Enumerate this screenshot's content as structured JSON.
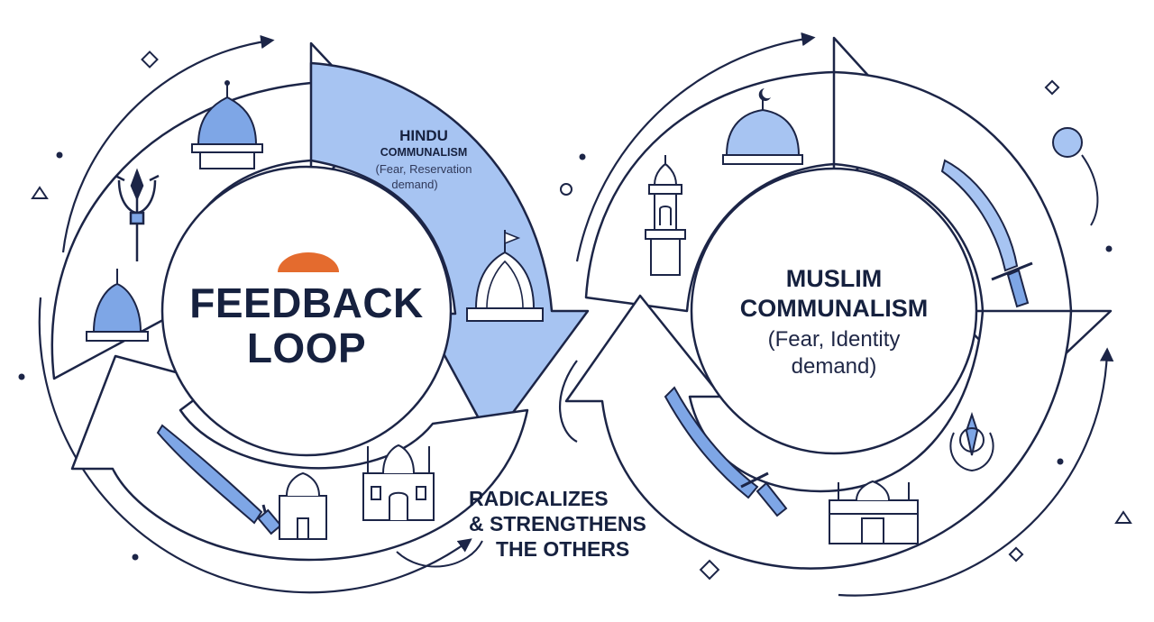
{
  "colors": {
    "navy": "#1c2547",
    "light_blue": "#a7c4f2",
    "mid_blue": "#7ea6e6",
    "orange": "#e46b2e",
    "white": "#ffffff"
  },
  "center": {
    "title_line1": "FEEDBACK",
    "title_line2": "LOOP"
  },
  "hindu": {
    "title_line1": "HINDU",
    "title_line2": "COMMUNALISM",
    "sub_line1": "(Fear, Reservation",
    "sub_line2": "demand)"
  },
  "muslim": {
    "title_line1": "MUSLIM",
    "title_line2": "COMMUNALISM",
    "sub_line1": "(Fear, Identity",
    "sub_line2": "demand)"
  },
  "bottom": {
    "line1": "RADICALIZES",
    "line2": "& STRENGTHENS",
    "line3": "THE OTHERS"
  },
  "icons": [
    "dome-temple-icon",
    "trishul-icon",
    "dome-icon",
    "temple-shikhara-icon",
    "sword-icon",
    "small-temple-icon",
    "taj-mahal-icon",
    "mosque-dome-icon",
    "minaret-icon",
    "sword-icon",
    "dagger-icon",
    "khanda-icon",
    "golden-temple-icon"
  ]
}
